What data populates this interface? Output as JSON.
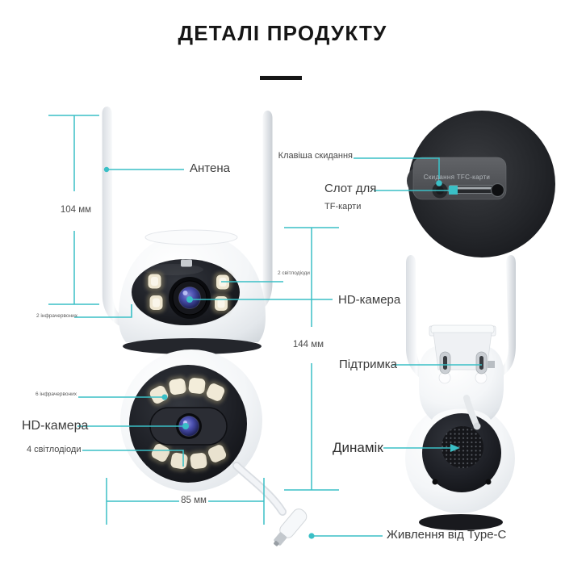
{
  "title": "ДЕТАЛІ ПРОДУКТУ",
  "accent_color": "#3abfc6",
  "labels": {
    "antenna": "Антена",
    "reset_key": "Клавіша скидання",
    "slot_line1": "Слот для",
    "slot_line2": "TF-карти",
    "inset_panel": "Скидання TFC-карти",
    "leds_top": "2 світлодіоди",
    "ir_top": "2 інфрачервоних",
    "hd_camera_right": "HD-камера",
    "support": "Підтримка",
    "speaker": "Динамік",
    "ir_bottom": "6 інфрачервоних",
    "hd_camera_left": "HD-камера",
    "leds_bottom": "4 світлодіоди",
    "power": "Живлення від Type-C"
  },
  "dimensions": {
    "antenna_height": "104 мм",
    "body_height": "144 мм",
    "body_width": "85 мм"
  }
}
